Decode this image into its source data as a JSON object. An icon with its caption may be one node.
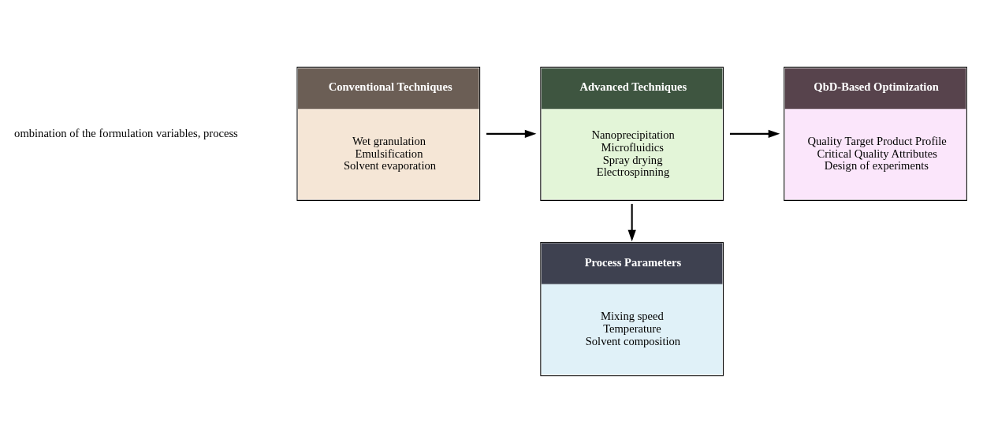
{
  "diagram": {
    "nodes": [
      {
        "text": [
          "Conventional Techniques",
          "Wet granulation",
          "Emulsification",
          "Solvent evaporation"
        ]
      },
      {
        "text": [
          "Advanced Techniques",
          "Nanoprecipitation",
          "Microfluidics",
          "Spray drying",
          "Electrospinning"
        ]
      },
      {
        "text": [
          "QbD-Based Optimization",
          "Quality Target Product Profile",
          "Critical Quality Attributes",
          "Design of experiments"
        ]
      },
      {
        "text": [
          "Process Parameters",
          "Mixing speed",
          "Temperature",
          "Solvent composition"
        ]
      }
    ],
    "edges": [
      {
        "from": 0,
        "to": 1,
        "arrow": "to"
      },
      {
        "from": 1,
        "to": 2,
        "arrow": "to"
      },
      {
        "from": 1,
        "to": 3,
        "arrow": "to"
      }
    ],
    "labels": [
      "ombination of the formulation variables, process"
    ]
  }
}
